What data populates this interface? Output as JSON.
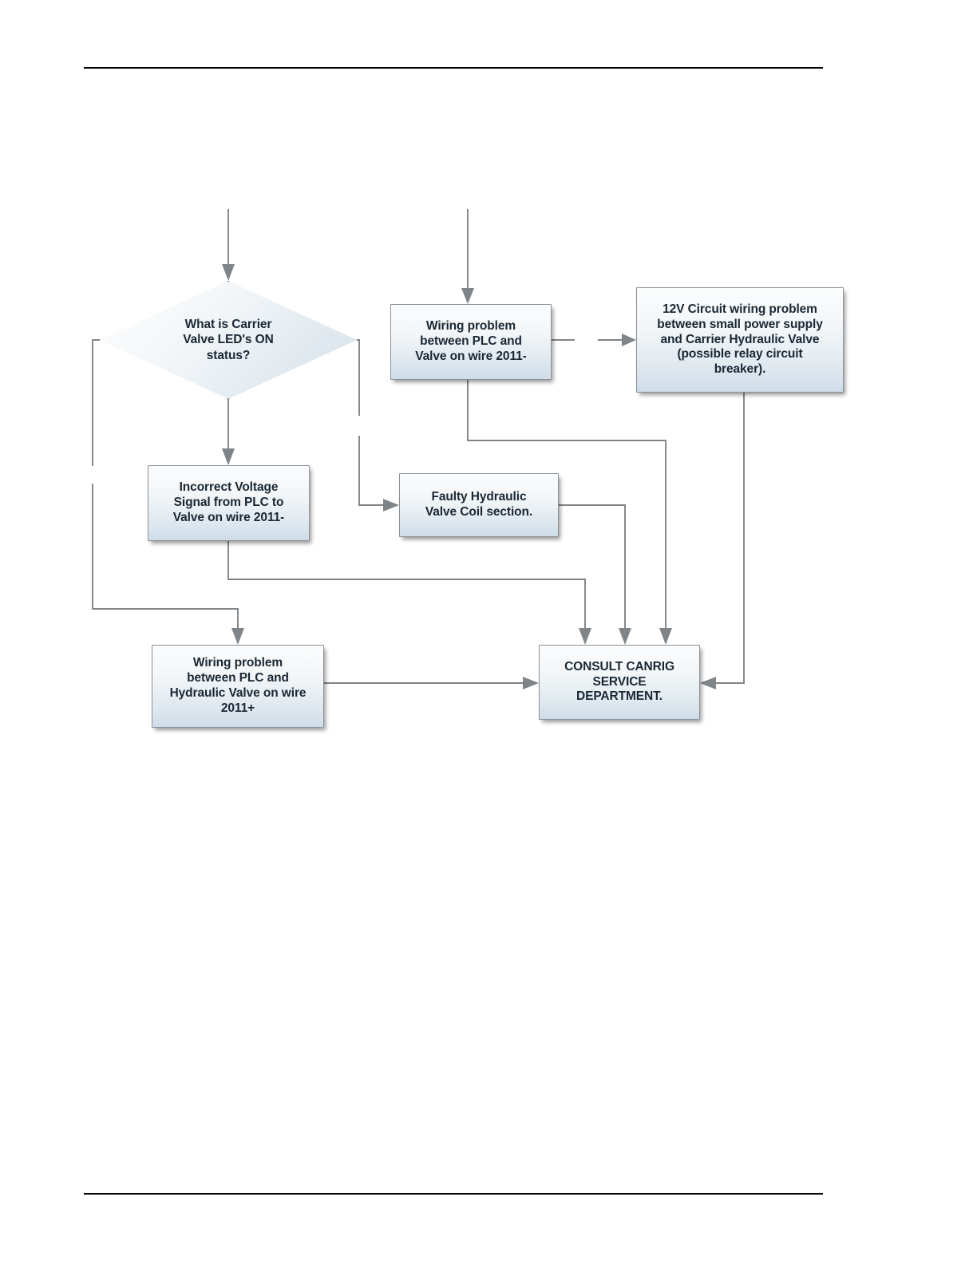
{
  "page": {
    "title": "Carrier Valve Troubleshooting Flowchart",
    "background_color": "#ffffff",
    "header_rule": true,
    "footer_rule": true
  },
  "diagram": {
    "type": "flowchart",
    "accent_fill": "#e2eaf0",
    "border_color": "#8d9196",
    "connector_color": "#7f8488",
    "text_color": "#1a2733",
    "nodes": [
      {
        "id": "decision",
        "shape": "diamond",
        "label": "What is Carrier\nValve LED's ON\nstatus?"
      },
      {
        "id": "wiring-plc-valve",
        "shape": "rect",
        "label": "Wiring problem\nbetween PLC and\nValve on wire 2011-"
      },
      {
        "id": "twelve-volt-circuit",
        "shape": "rect",
        "label": "12V Circuit wiring problem\nbetween small power supply\nand Carrier Hydraulic Valve\n(possible relay circuit\nbreaker)."
      },
      {
        "id": "incorrect-voltage",
        "shape": "rect",
        "label": "Incorrect Voltage\nSignal from PLC to\nValve on wire 2011-"
      },
      {
        "id": "faulty-coil",
        "shape": "rect",
        "label": "Faulty Hydraulic\nValve Coil section."
      },
      {
        "id": "wiring-hydraulic-valve",
        "shape": "rect",
        "label": "Wiring problem\nbetween PLC and\nHydraulic Valve on wire\n2011+"
      },
      {
        "id": "consult-canrig",
        "shape": "rect",
        "label": "CONSULT CANRIG\nSERVICE\nDEPARTMENT."
      }
    ],
    "edges": [
      {
        "from": "page-top",
        "to": "decision",
        "style": "arrow-down"
      },
      {
        "from": "page-top",
        "to": "wiring-plc-valve",
        "style": "arrow-down"
      },
      {
        "from": "wiring-plc-valve",
        "to": "twelve-volt-circuit",
        "style": "arrow-right"
      },
      {
        "from": "decision",
        "to": "incorrect-voltage",
        "style": "arrow-down"
      },
      {
        "from": "decision",
        "to": "faulty-coil",
        "style": "elbow-right-down"
      },
      {
        "from": "decision",
        "to": "wiring-hydraulic-valve",
        "style": "elbow-left-down"
      },
      {
        "from": "incorrect-voltage",
        "to": "consult-canrig",
        "style": "elbow-down-right"
      },
      {
        "from": "wiring-plc-valve",
        "to": "consult-canrig",
        "style": "elbow-down-right"
      },
      {
        "from": "faulty-coil",
        "to": "consult-canrig",
        "style": "elbow-right-down"
      },
      {
        "from": "wiring-hydraulic-valve",
        "to": "consult-canrig",
        "style": "arrow-right"
      },
      {
        "from": "twelve-volt-circuit",
        "to": "consult-canrig",
        "style": "elbow-down-left"
      }
    ]
  }
}
